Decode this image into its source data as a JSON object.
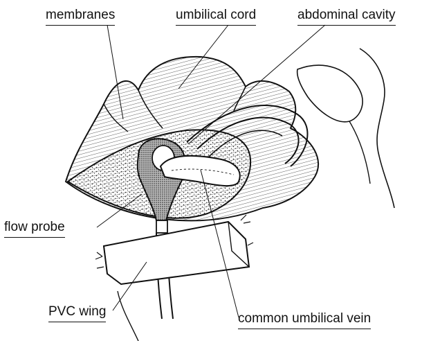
{
  "labels": {
    "membranes": "membranes",
    "umbilical_cord": "umbilical cord",
    "abdominal_cavity": "abdominal cavity",
    "flow_probe": "flow probe",
    "pvc_wing": "PVC wing",
    "common_umbilical_vein": "common umbilical vein"
  },
  "colors": {
    "ink": "#111111",
    "paper": "#ffffff"
  }
}
